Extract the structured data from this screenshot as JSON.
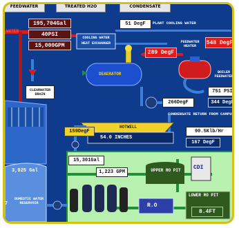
{
  "colors": {
    "background": "#0f3b8c",
    "frame": "#d3c018",
    "pipe_blue": "#3b7fd8",
    "pipe_red": "#d62020",
    "pipe_green": "#1f8f3a",
    "ro_panel": "#b8f0b0"
  },
  "tabs": [
    "FEEDWATER",
    "TREATED H2O",
    "CONDENSATE"
  ],
  "water": {
    "label": "WATER",
    "gallons": "195,704Gal",
    "psi": "40PSI",
    "gpm": "15,000GPM"
  },
  "cooling": {
    "heat_exchanger_label": "COOLING WATER HEAT EXCHANGER",
    "temp": "51 DegF",
    "plant_cooling_label": "PLANT COOLING WATER"
  },
  "feedwater_heater": {
    "label": "FEEDWATER HEATER",
    "temp": "548 DegF"
  },
  "deaerator": {
    "label": "DEAERATOR",
    "temp": "289 DegF"
  },
  "boiler_feedwater": {
    "label": "BOILER FEEDWATER",
    "psi": "751 PSI",
    "temp": "344 DegF"
  },
  "deaerator_outlet_temp": "266DegF",
  "clearwater_drain": {
    "label": "CLEARWATER DRAIN"
  },
  "condensate_return": {
    "label": "CONDENSATE RETURN FROM CAMPUS",
    "flow": "90.5Klb/Hr",
    "temp": "167 DegF"
  },
  "hotwell": {
    "label": "HOTWELL",
    "temp": "159DegF",
    "level": "54.0 INCHES"
  },
  "clearwell": {
    "gallons": "3,925 Gal"
  },
  "ro_system": {
    "feed_gallons": "15,301Gal",
    "gpm": "1,223 GPM",
    "upper_pit_label": "UPPER RO PIT",
    "cdi_label": "CDI",
    "lower_pit_label": "LOWER RO PIT",
    "ro_label": "R.O",
    "lower_level": "8.4FT"
  },
  "domestic_reservoir": {
    "label": "DOMESTIC WATER RESERVOIR",
    "level": "7"
  }
}
